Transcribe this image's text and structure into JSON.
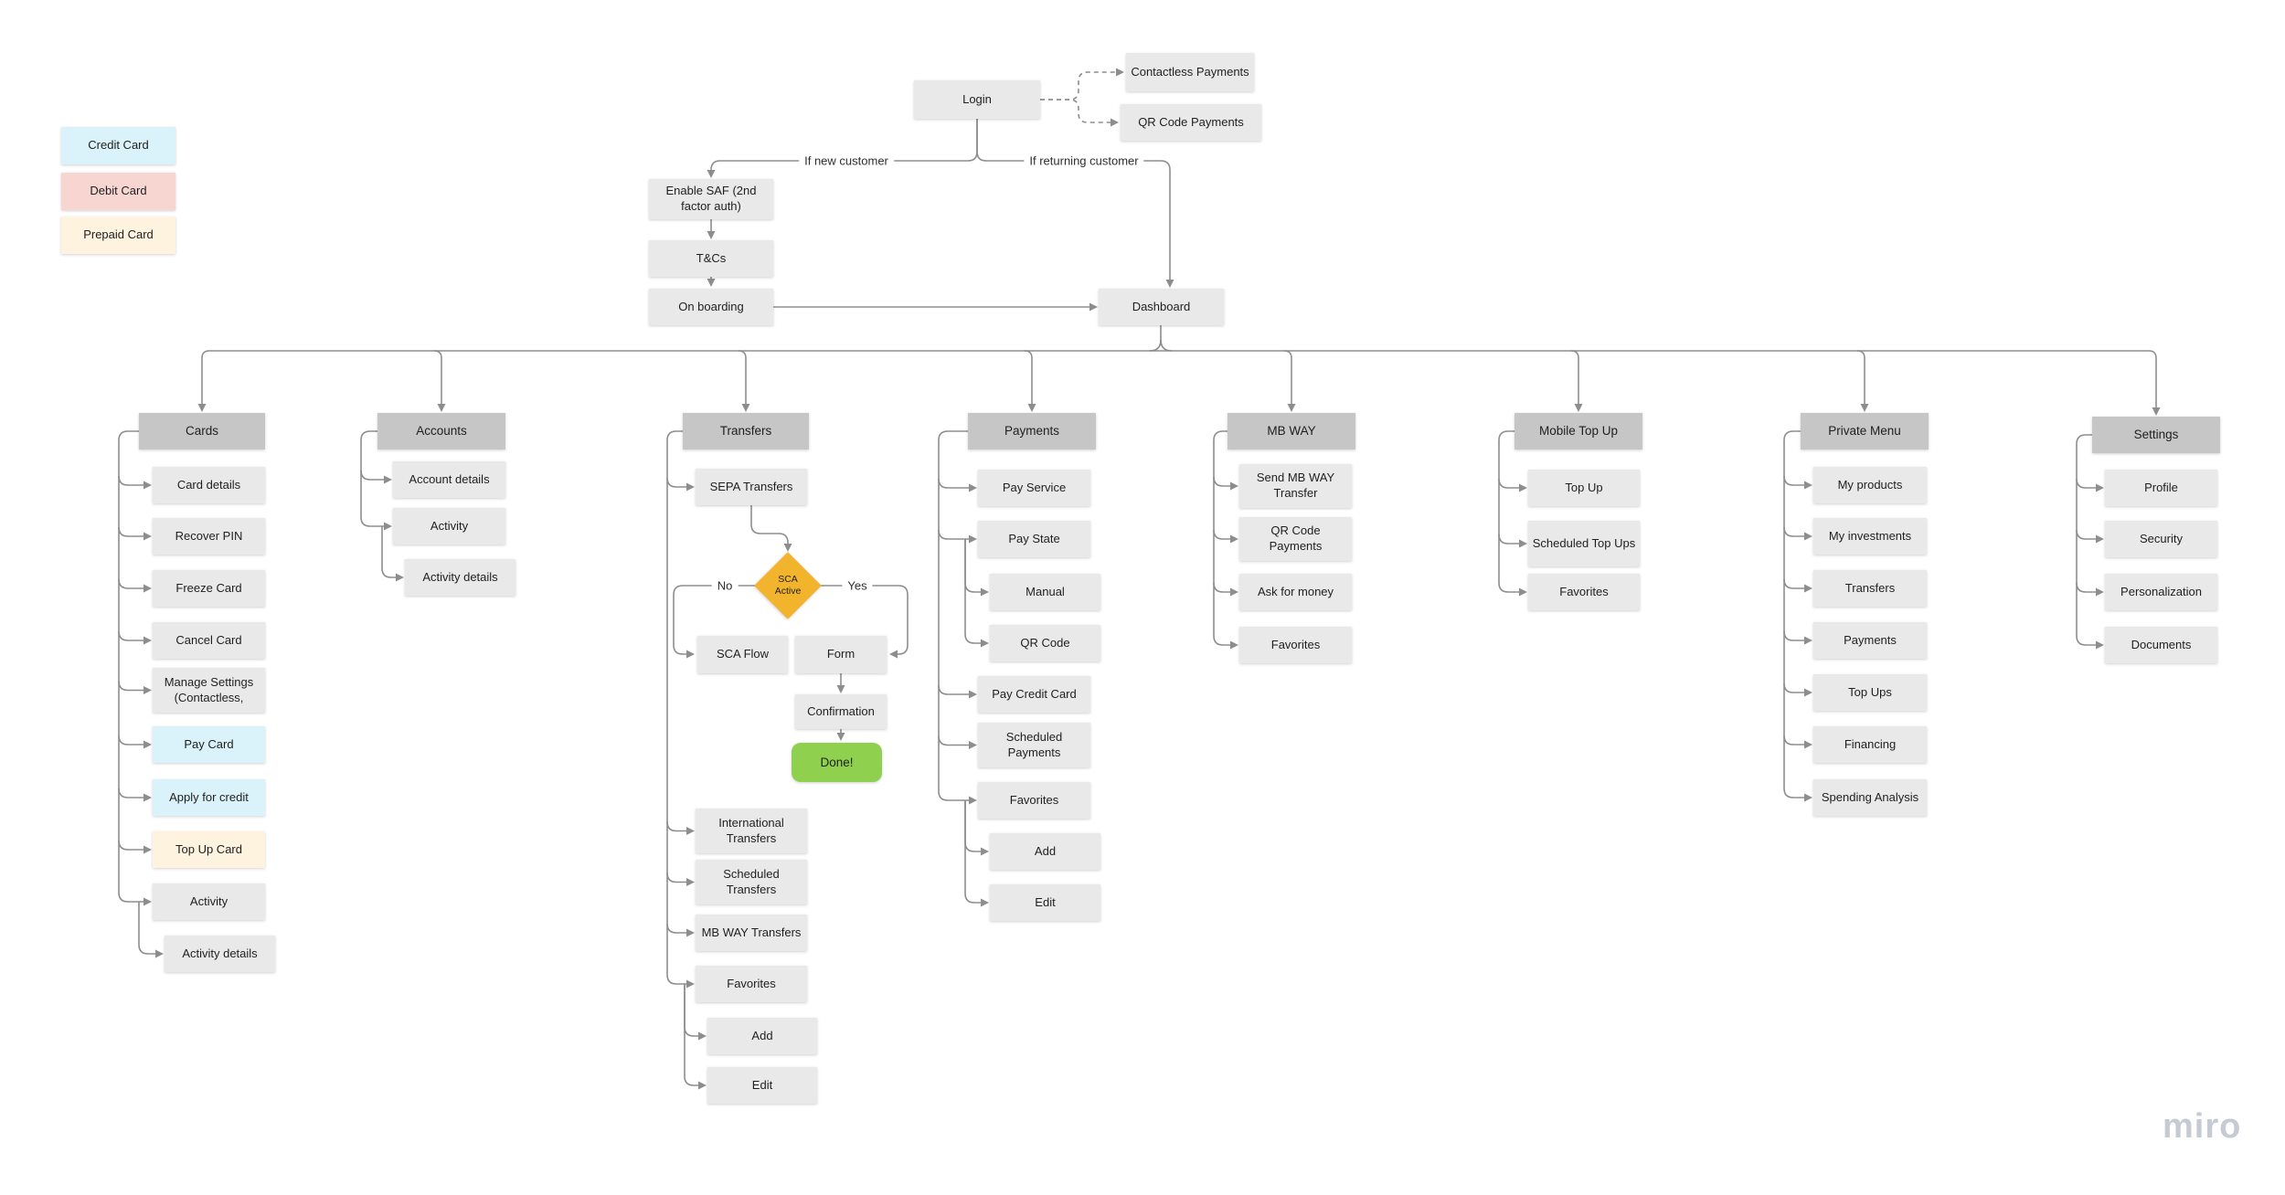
{
  "legend": [
    {
      "label": "Credit Card",
      "color": "#daf2f9"
    },
    {
      "label": "Debit Card",
      "color": "#f7d6d2"
    },
    {
      "label": "Prepaid Card",
      "color": "#fdf3df"
    }
  ],
  "flow": {
    "login": "Login",
    "contactless": "Contactless Payments",
    "qr": "QR Code Payments",
    "new_customer_label": "If new customer",
    "returning_customer_label": "If returning customer",
    "enable_saf": "Enable SAF (2nd factor auth)",
    "tcs": "T&Cs",
    "onboarding": "On boarding",
    "dashboard": "Dashboard"
  },
  "decision": {
    "sca_label": "SCA Active",
    "no": "No",
    "yes": "Yes",
    "sca_flow": "SCA Flow",
    "form": "Form",
    "confirmation": "Confirmation",
    "done": "Done!",
    "diamond_color": "#f2b42c",
    "done_color": "#8fd14f"
  },
  "columns": [
    {
      "label": "Cards",
      "children": [
        {
          "label": "Card details"
        },
        {
          "label": "Recover PIN"
        },
        {
          "label": "Freeze Card"
        },
        {
          "label": "Cancel Card"
        },
        {
          "label": "Manage Settings (Contactless,"
        },
        {
          "label": "Pay Card",
          "card_type": "credit"
        },
        {
          "label": "Apply for credit",
          "card_type": "credit"
        },
        {
          "label": "Top Up Card",
          "card_type": "prepaid"
        },
        {
          "label": "Activity"
        },
        {
          "label": "Activity details"
        }
      ]
    },
    {
      "label": "Accounts",
      "children": [
        {
          "label": "Account details"
        },
        {
          "label": "Activity"
        },
        {
          "label": "Activity details"
        }
      ]
    },
    {
      "label": "Transfers",
      "children": [
        {
          "label": "SEPA Transfers"
        },
        {
          "label": "International Transfers"
        },
        {
          "label": "Scheduled Transfers"
        },
        {
          "label": "MB WAY Transfers"
        },
        {
          "label": "Favorites"
        },
        {
          "label": "Add"
        },
        {
          "label": "Edit"
        }
      ]
    },
    {
      "label": "Payments",
      "children": [
        {
          "label": "Pay Service"
        },
        {
          "label": "Pay State"
        },
        {
          "label": "Manual"
        },
        {
          "label": "QR Code"
        },
        {
          "label": "Pay Credit Card"
        },
        {
          "label": "Scheduled Payments"
        },
        {
          "label": "Favorites"
        },
        {
          "label": "Add"
        },
        {
          "label": "Edit"
        }
      ]
    },
    {
      "label": "MB WAY",
      "children": [
        {
          "label": "Send MB WAY Transfer"
        },
        {
          "label": "QR Code Payments"
        },
        {
          "label": "Ask for money"
        },
        {
          "label": "Favorites"
        }
      ]
    },
    {
      "label": "Mobile Top Up",
      "children": [
        {
          "label": "Top Up"
        },
        {
          "label": "Scheduled Top Ups"
        },
        {
          "label": "Favorites"
        }
      ]
    },
    {
      "label": "Private Menu",
      "children": [
        {
          "label": "My products"
        },
        {
          "label": "My investments"
        },
        {
          "label": "Transfers"
        },
        {
          "label": "Payments"
        },
        {
          "label": "Top Ups"
        },
        {
          "label": "Financing"
        },
        {
          "label": "Spending Analysis"
        }
      ]
    },
    {
      "label": "Settings",
      "children": [
        {
          "label": "Profile"
        },
        {
          "label": "Security"
        },
        {
          "label": "Personalization"
        },
        {
          "label": "Documents"
        }
      ]
    }
  ],
  "watermark": "miro",
  "colors": {
    "header_box": "#c6c6c6",
    "child_box": "#e9e9e9",
    "connector": "#8d8d8d",
    "watermark": "#c6cad3"
  }
}
